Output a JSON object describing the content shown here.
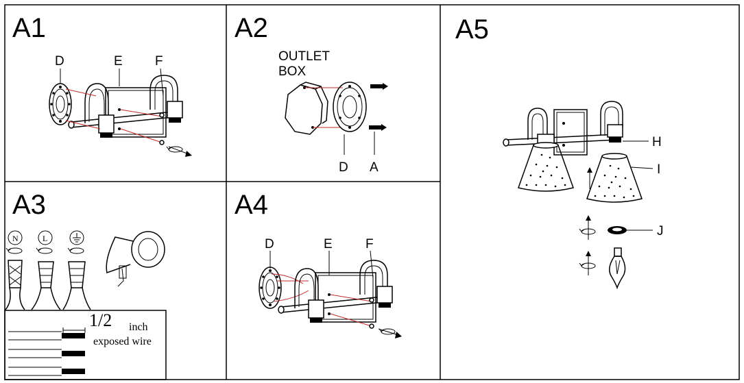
{
  "panels": {
    "a1": {
      "title": "A1",
      "labels": {
        "d": "D",
        "e": "E",
        "f": "F"
      }
    },
    "a2": {
      "title": "A2",
      "outlet_line1": "OUTLET",
      "outlet_line2": "BOX",
      "labels": {
        "d": "D",
        "a": "A"
      }
    },
    "a3": {
      "title": "A3",
      "symbols": {
        "n": "N",
        "l": "L"
      },
      "fraction": "1/2",
      "unit": "inch",
      "caption": "exposed wire"
    },
    "a4": {
      "title": "A4",
      "labels": {
        "d": "D",
        "e": "E",
        "f": "F"
      }
    },
    "a5": {
      "title": "A5",
      "labels": {
        "h": "H",
        "i": "I",
        "j": "J"
      }
    }
  },
  "colors": {
    "border": "#000000",
    "guide_line": "#c0282a"
  }
}
